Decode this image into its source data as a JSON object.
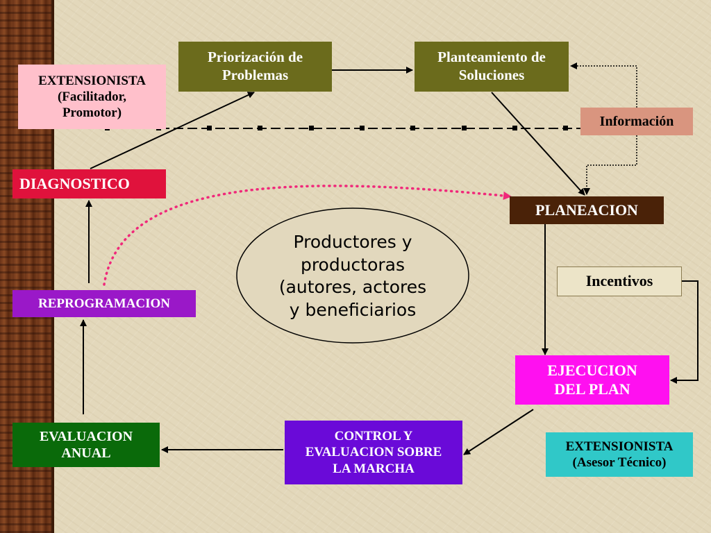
{
  "nodes": {
    "priorizacion": {
      "line1": "Priorización de",
      "line2": "Problemas"
    },
    "planteamiento": {
      "line1": "Planteamiento de",
      "line2": "Soluciones"
    },
    "extensionista_facilitador": {
      "line1": "EXTENSIONISTA",
      "line2": "(Facilitador,",
      "line3": "Promotor)"
    },
    "informacion": "Información",
    "diagnostico": "DIAGNOSTICO",
    "planeacion": "PLANEACION",
    "reprogramacion": "REPROGRAMACION",
    "incentivos": "Incentivos",
    "ejecucion": {
      "line1": "EJECUCION",
      "line2": "DEL PLAN"
    },
    "evaluacion": {
      "line1": "EVALUACION",
      "line2": "ANUAL"
    },
    "control": {
      "line1": "CONTROL Y",
      "line2": "EVALUACION SOBRE",
      "line3": "LA MARCHA"
    },
    "extensionista_asesor": {
      "line1": "EXTENSIONISTA",
      "line2": "(Asesor Técnico)"
    }
  },
  "center": {
    "line1": "Productores y",
    "line2": "productoras",
    "line3": "(autores, actores",
    "line4": "y beneficiarios"
  },
  "colors": {
    "olive": "#6b6b1c",
    "pink_light": "#ffc0cb",
    "salmon": "#d9957f",
    "red": "#e0123c",
    "dark_brown": "#4a2208",
    "purple": "#9a18c8",
    "magenta": "#ff10f0",
    "green": "#0a6a0a",
    "violet": "#6a0ad8",
    "cyan": "#30c8c8",
    "dotted_arrow": "#f0287a"
  }
}
